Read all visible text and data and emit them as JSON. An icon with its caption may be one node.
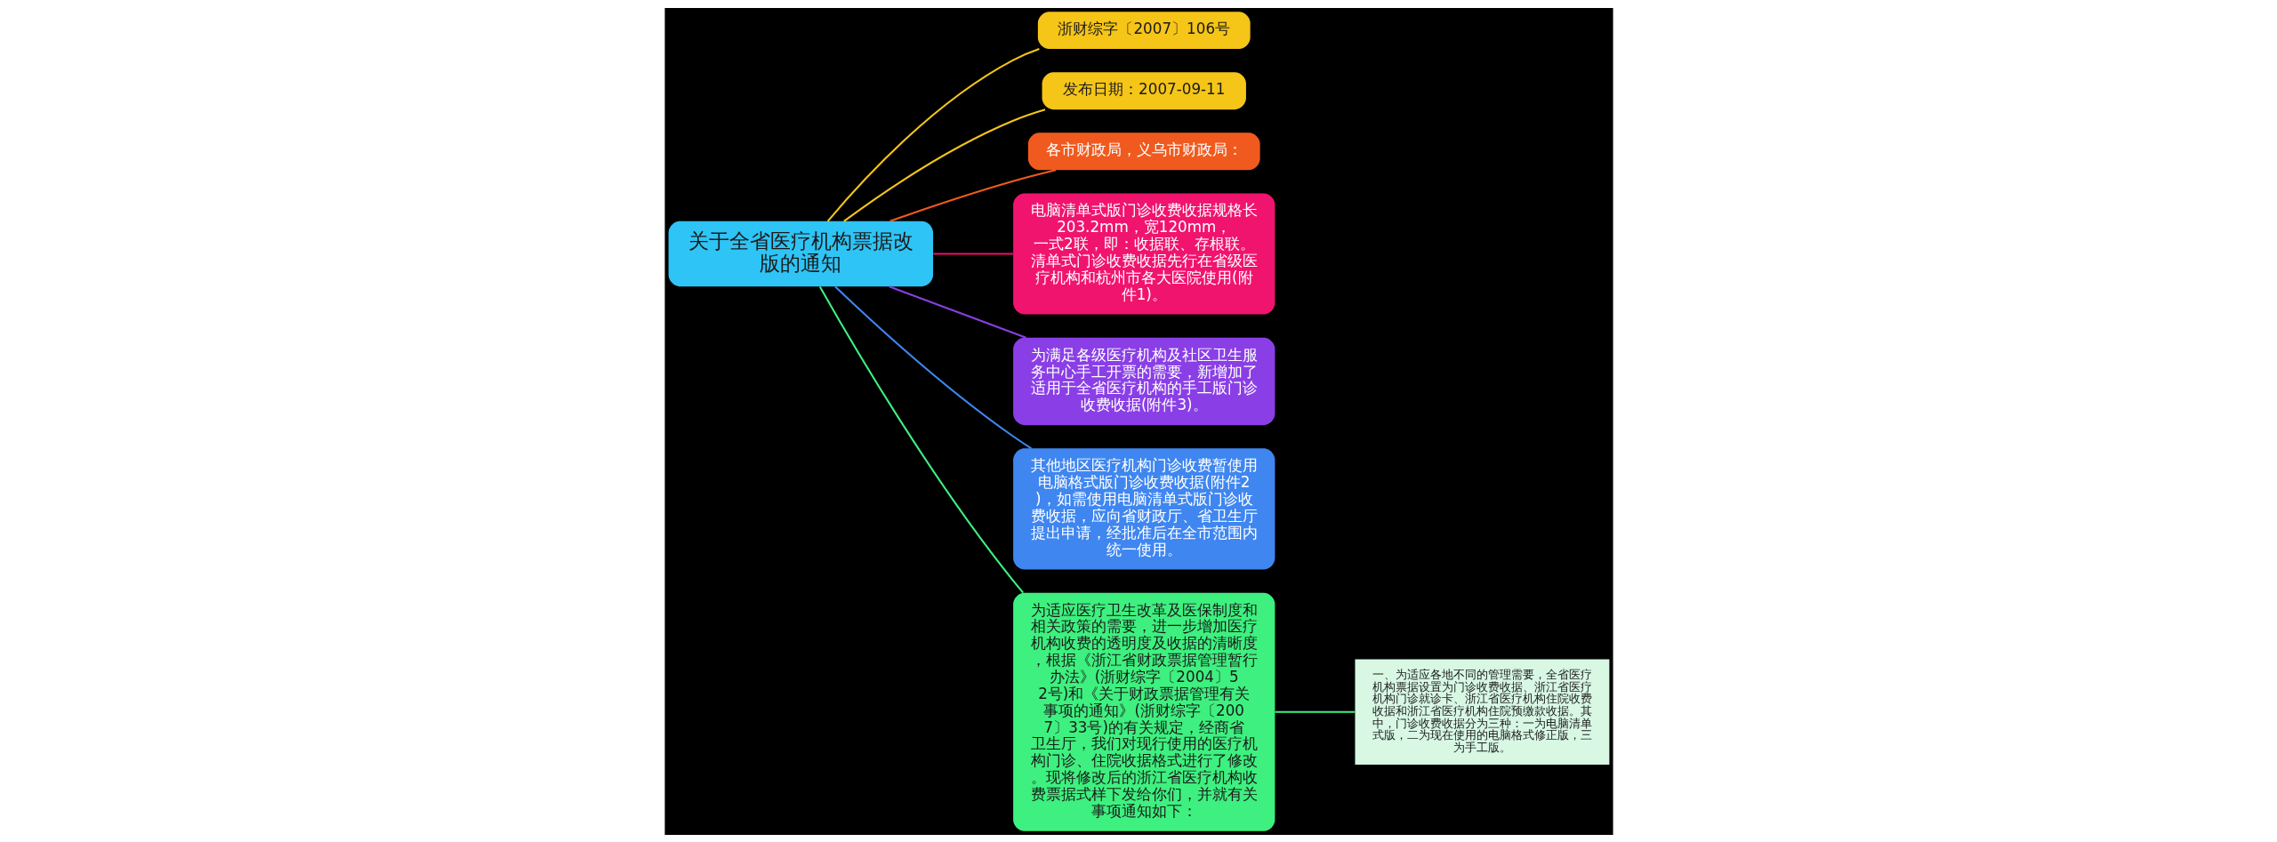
{
  "diagram": {
    "nodes": [
      {
        "text": [
          "关于全省医疗机构票据改版的通知"
        ]
      },
      {
        "text": [
          "浙财综字〔2007〕106号"
        ]
      },
      {
        "text": [
          "发布日期：2007-09-11"
        ]
      },
      {
        "text": [
          "各市财政局，义乌市财政局："
        ]
      },
      {
        "text": [
          "电脑清单式版门诊收费收据规格长203.2mm，宽120mm，一式2联，即：收据联、存根联。清单式门诊收费收据先行在省级医疗机构和杭州市各大医院使用(附件1)。"
        ]
      },
      {
        "text": [
          "为满足各级医疗机构及社区卫生服务中心手工开票的需要，新增加了适用于全省医疗机构的手工版门诊收费收据(附件3)。"
        ]
      },
      {
        "text": [
          "其他地区医疗机构门诊收费暂使用电脑格式版门诊收费收据(附件2)，如需使用电脑清单式版门诊收费收据，应向省财政厅、省卫生厅提出申请，经批准后在全市范围内统一使用。"
        ]
      },
      {
        "text": [
          "为适应医疗卫生改革及医保制度和相关政策的需要，进一步增加医疗机构收费的透明度及收据的清晰度，根据《浙江省财政票据管理暂行办法》(浙财综字〔2004〕52号)和《关于财政票据管理有关事项的通知》(浙财综字〔2007〕33号)的有关规定，经商省卫生厅，我们对现行使用的医疗机构门诊、住院收据格式进行了修改。现将修改后的浙江省医疗机构收费票据式样下发给你们，并就有关事项通知如下："
        ]
      },
      {
        "text": [
          "一、为适应各地不同的管理需要，全省医疗机构票据设置为门诊收费收据、浙江省医疗机构门诊就诊卡、浙江省医疗机构住院收费收据和浙江省医疗机构住院预缴款收据。其中，门诊收费收据分为三种：一为电脑清单式版，二为现在使用的电脑格式修正版，三为手工版。"
        ]
      }
    ],
    "edges": [
      {
        "from": 0,
        "to": 1,
        "arrow": "none",
        "color": "#f5c518"
      },
      {
        "from": 0,
        "to": 2,
        "arrow": "none",
        "color": "#f5c518"
      },
      {
        "from": 0,
        "to": 3,
        "arrow": "none",
        "color": "#f05a1e"
      },
      {
        "from": 0,
        "to": 4,
        "arrow": "none",
        "color": "#e8106a"
      },
      {
        "from": 0,
        "to": 5,
        "arrow": "none",
        "color": "#8a3fe6"
      },
      {
        "from": 0,
        "to": 6,
        "arrow": "none",
        "color": "#3f86f0"
      },
      {
        "from": 0,
        "to": 7,
        "arrow": "none",
        "color": "#3ef07f"
      },
      {
        "from": 7,
        "to": 8,
        "arrow": "none",
        "color": "#3ef07f"
      }
    ]
  }
}
